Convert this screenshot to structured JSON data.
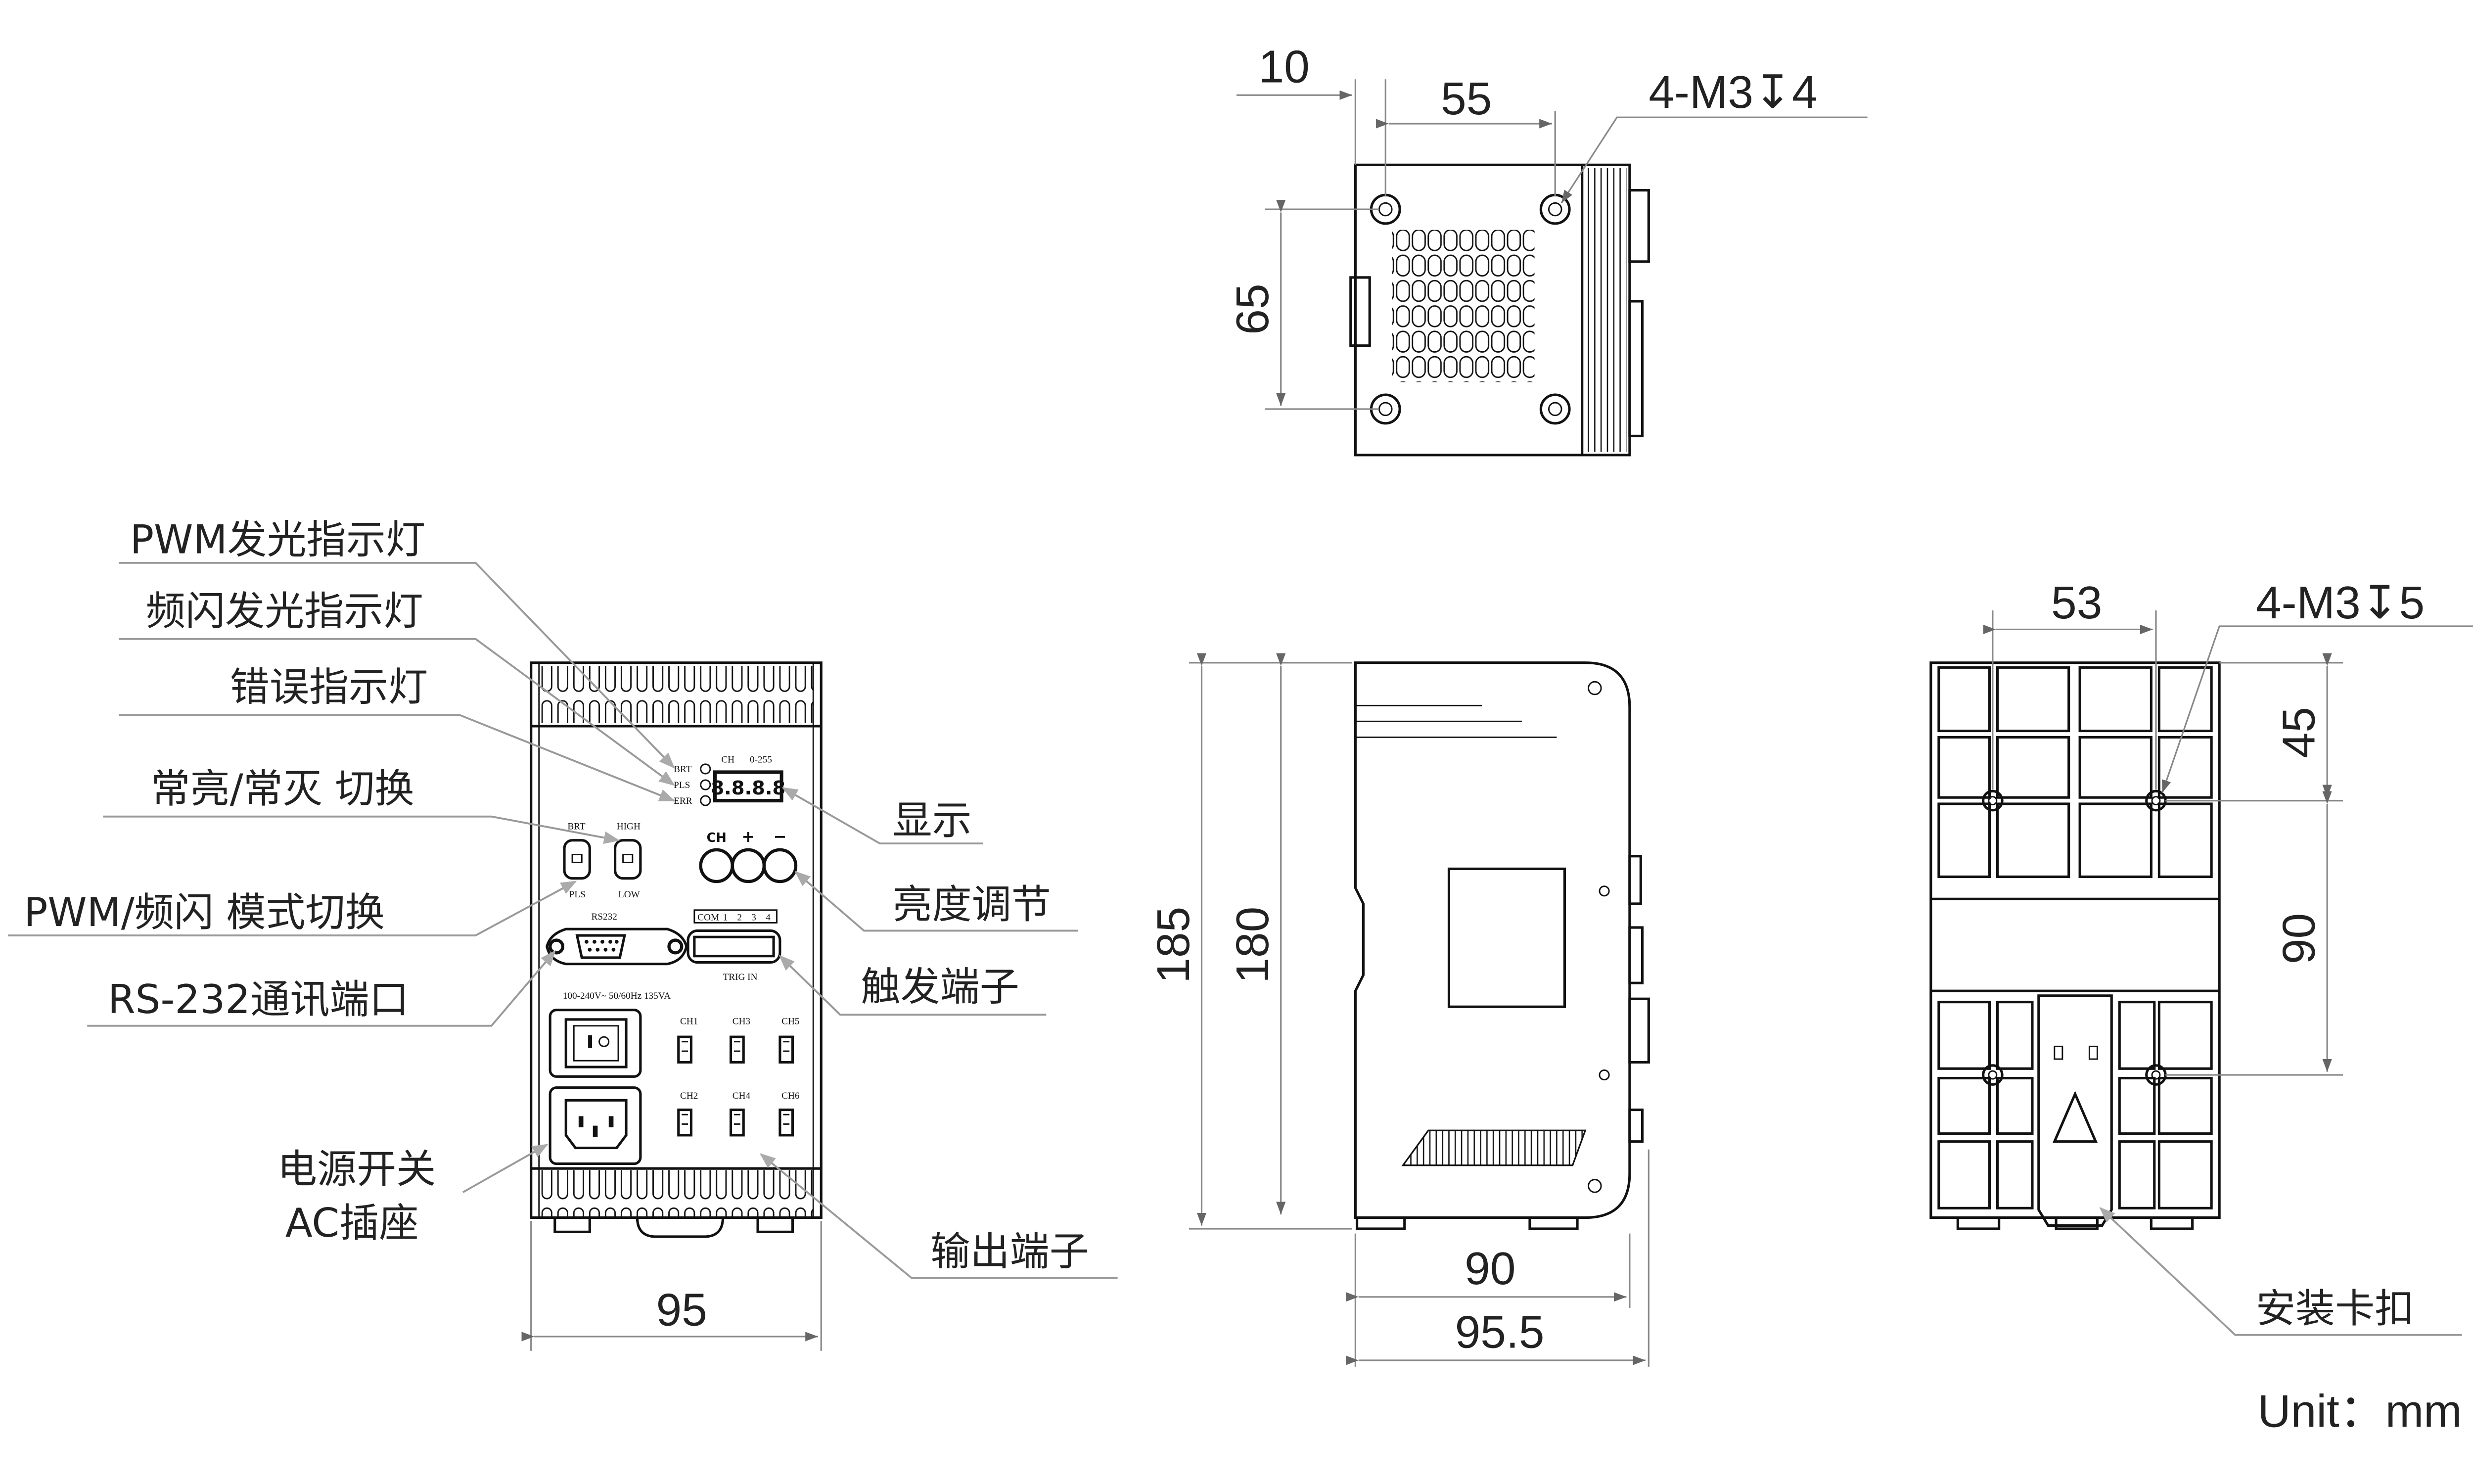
{
  "front_view": {
    "callouts_left": [
      "PWM发光指示灯",
      "频闪发光指示灯",
      "错误指示灯",
      "常亮/常灭 切换",
      "PWM/频闪 模式切换",
      "RS-232通讯端口",
      "电源开关",
      "AC插座"
    ],
    "callouts_right": [
      "显示",
      "亮度调节",
      "触发端子",
      "输出端子"
    ],
    "panel_text": {
      "led_brt": "BRT",
      "led_pls": "PLS",
      "led_err": "ERR",
      "ch": "CH",
      "range": "0-255",
      "display_value": "8.8.8.8",
      "switch_brt": "BRT",
      "switch_pls": "PLS",
      "switch_high": "HIGH",
      "switch_low": "LOW",
      "btn_ch": "CH",
      "btn_plus": "+",
      "btn_minus": "−",
      "rs232": "RS232",
      "trig_com": "COM",
      "trig_1": "1",
      "trig_2": "2",
      "trig_3": "3",
      "trig_4": "4",
      "trig_in": "TRIG  IN",
      "power_rating": "100-240V~  50/60Hz  135VA",
      "outputs": [
        "CH1",
        "CH3",
        "CH5",
        "CH2",
        "CH4",
        "CH6"
      ]
    },
    "width_dim": "95"
  },
  "top_view": {
    "dim_offset": "10",
    "dim_hole_spacing": "55",
    "hole_spec": "4-M3↧4",
    "dim_height": "65"
  },
  "side_view": {
    "dim_total_height": "185",
    "dim_body_height": "180",
    "dim_body_depth": "90",
    "dim_total_depth": "95.5"
  },
  "back_view": {
    "dim_hole_spacing": "53",
    "hole_spec": "4-M3↧5",
    "dim_top": "45",
    "dim_vertical": "90",
    "callout": "安装卡扣"
  },
  "unit_label": "Unit：mm"
}
